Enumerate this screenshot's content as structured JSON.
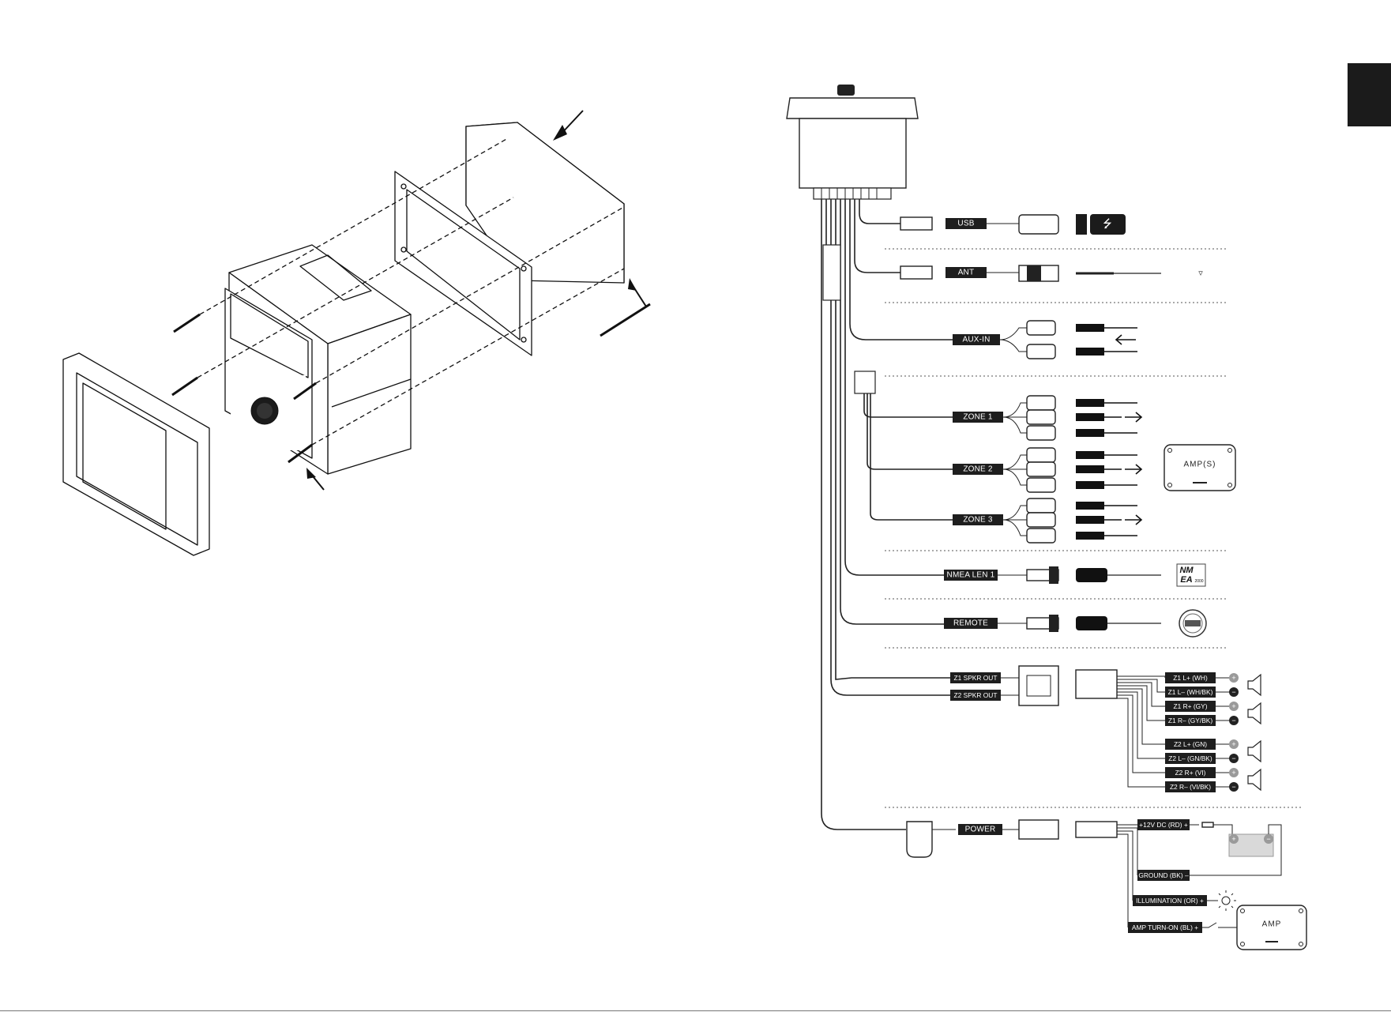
{
  "wiring": {
    "usb_label": "USB",
    "ant_label": "ANT",
    "aux_label": "AUX-IN",
    "zone1_label": "ZONE 1",
    "zone2_label": "ZONE 2",
    "zone3_label": "ZONE 3",
    "nmea_label": "NMEA LEN 1",
    "remote_label": "REMOTE",
    "z1_spkr_label": "Z1 SPKR OUT",
    "z2_spkr_label": "Z2 SPKR OUT",
    "power_label": "POWER",
    "amps_label": "AMP(S)",
    "amp_label": "AMP",
    "nmea_logo_line1": "NM",
    "nmea_logo_line2": "EA",
    "nmea_logo_year": "2000"
  },
  "speaker_wires": [
    "Z1 L+ (WH)",
    "Z1 L– (WH/BK)",
    "Z1 R+ (GY)",
    "Z1 R– (GY/BK)",
    "Z2 L+ (GN)",
    "Z2 L– (GN/BK)",
    "Z2 R+ (VI)",
    "Z2 R– (VI/BK)"
  ],
  "power_wires": {
    "battery_pos": "+12V DC (RD) +",
    "ground": "GROUND (BK) –",
    "illumination": "ILLUMINATION (OR) +",
    "amp_turn_on": "AMP TURN-ON (BL) +"
  },
  "icons": {
    "usb": "usb-icon",
    "antenna": "antenna-icon",
    "battery": "battery-icon",
    "lamp": "lamp-icon",
    "speaker": "speaker-icon",
    "remote": "remote-icon"
  },
  "colors": {
    "label_bg": "#1e1e1e",
    "tab": "#1b1b1b",
    "battery_fill": "#d9d9d9",
    "polarity_plus": "#9a9a9a",
    "polarity_minus": "#222222"
  }
}
